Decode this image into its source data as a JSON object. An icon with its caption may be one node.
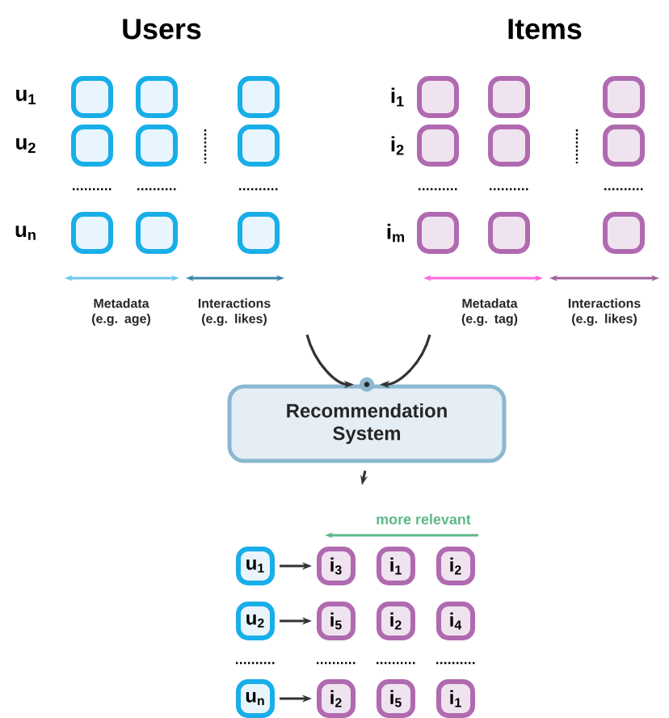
{
  "diagram": {
    "nodes": [
      {
        "text": [],
        "shape": "box"
      },
      {
        "text": [],
        "shape": "box"
      },
      {
        "text": [],
        "shape": "box"
      },
      {
        "text": [],
        "shape": "box"
      },
      {
        "text": [],
        "shape": "box"
      },
      {
        "text": [],
        "shape": "box"
      },
      {
        "text": [],
        "shape": "box"
      },
      {
        "text": [],
        "shape": "box"
      },
      {
        "text": [],
        "shape": "box"
      },
      {
        "text": [],
        "shape": "box"
      },
      {
        "text": [],
        "shape": "box"
      },
      {
        "text": [],
        "shape": "box"
      },
      {
        "text": [],
        "shape": "box"
      },
      {
        "text": [],
        "shape": "box"
      },
      {
        "text": [],
        "shape": "box"
      },
      {
        "text": [],
        "shape": "box"
      },
      {
        "text": [],
        "shape": "box"
      },
      {
        "text": [],
        "shape": "box"
      },
      {
        "text": [
          "Recommendation System"
        ]
      },
      {
        "text": [
          "u$_{1}$"
        ]
      },
      {
        "text": [
          "i$_{3}$"
        ]
      },
      {
        "text": [
          "i$_{1}$"
        ]
      },
      {
        "text": [
          "i$_{2}$"
        ]
      },
      {
        "text": [
          "u$_{2}$"
        ]
      },
      {
        "text": [
          "i$_{5}$"
        ]
      },
      {
        "text": [
          "i$_{2}$"
        ]
      },
      {
        "text": [
          "i$_{4}$"
        ]
      },
      {
        "text": [
          "u$_{n}$"
        ]
      },
      {
        "text": [
          "i$_{2}$"
        ]
      },
      {
        "text": [
          "i$_{5}$"
        ]
      },
      {
        "text": [
          "i$_{1}$"
        ]
      }
    ],
    "edges": [
      {
        "from": null,
        "to": 18,
        "arrow": "to"
      },
      {
        "from": null,
        "to": 18,
        "arrow": "to"
      },
      {
        "from": 18,
        "to": null,
        "arrow": "to"
      },
      {
        "from": 19,
        "to": 20,
        "arrow": "to"
      },
      {
        "from": 23,
        "to": 24,
        "arrow": "to"
      },
      {
        "from": 27,
        "to": 28,
        "arrow": "to"
      }
    ],
    "labels": [
      "Users",
      "Items",
      "u$_{1}$",
      "u$_{2}$",
      "u$_{n}$",
      "i$_{1}$",
      "i$_{2}$",
      "i$_{m}$",
      "Metadata (e.g. age)",
      "Interactions (e.g. likes)",
      "Metadata (e.g. tag)",
      "Interactions (e.g. likes)",
      "more relevant"
    ]
  }
}
